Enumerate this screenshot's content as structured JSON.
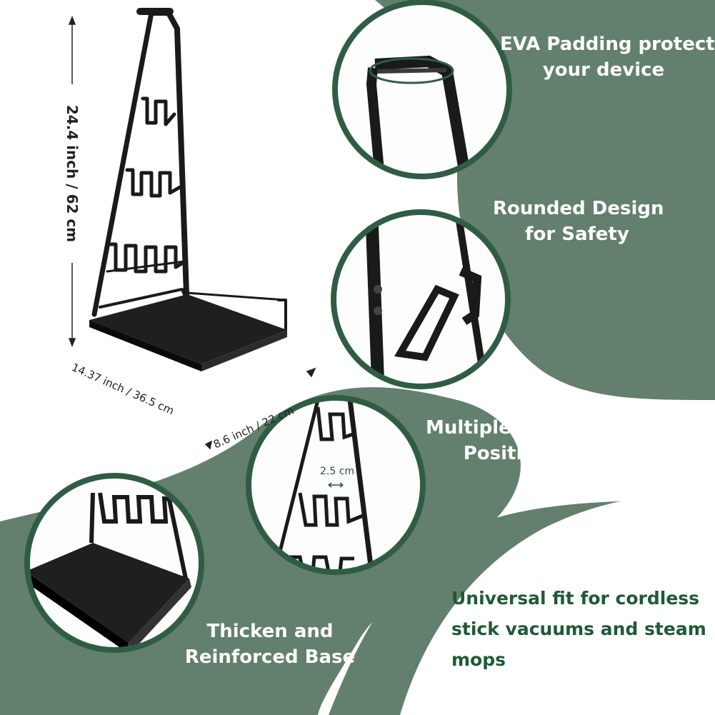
{
  "dimensions": {
    "height": "24.4 inch / 62 cm",
    "width": "14.37 inch / 36.5 cm",
    "depth": "8.6 inch / 22 cm",
    "gap": "2.5 cm"
  },
  "features": {
    "eva": [
      "EVA Padding protect",
      "your device"
    ],
    "rounded": [
      "Rounded Design",
      "for Safety"
    ],
    "storage": [
      "Multiple Storage",
      "Positions"
    ],
    "base": [
      "Thicken and",
      "Reinforced Base"
    ]
  },
  "tagline": [
    "Universal fit for cordless",
    "stick vacuums and steam",
    "mops"
  ],
  "colors": {
    "background_green": "#62806d",
    "text_green": "#1e5a36",
    "ring": "#2f5d44"
  }
}
